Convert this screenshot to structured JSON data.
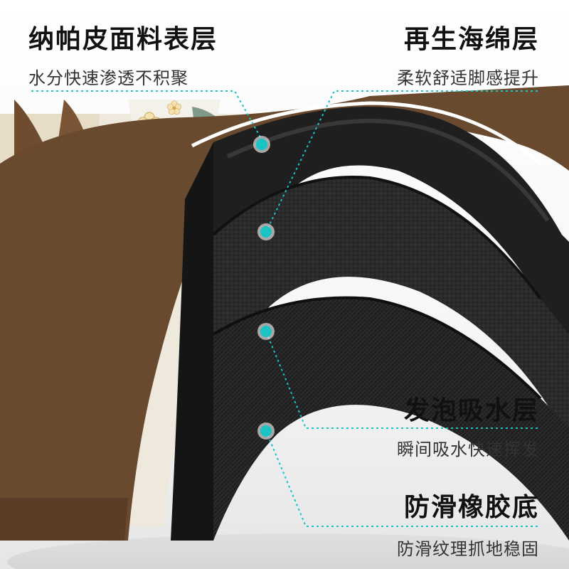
{
  "layers": [
    {
      "title": "纳帕皮面料表层",
      "subtitle": "水分快速渗透不积聚"
    },
    {
      "title": "再生海绵层",
      "subtitle": "柔软舒适脚感提升"
    },
    {
      "title": "发泡吸水层",
      "subtitle": "瞬间吸水快速挥发"
    },
    {
      "title": "防滑橡胶底",
      "subtitle": "防滑纹理抓地稳固"
    }
  ],
  "colors": {
    "accent": "#1bc3c3",
    "leather": "#6b4a2e",
    "foam_dark": "#222222",
    "foam_mid": "#3b3b3b"
  },
  "icons": {
    "layer_marker": "teal-dot-icon",
    "flower": "flower-icon"
  }
}
